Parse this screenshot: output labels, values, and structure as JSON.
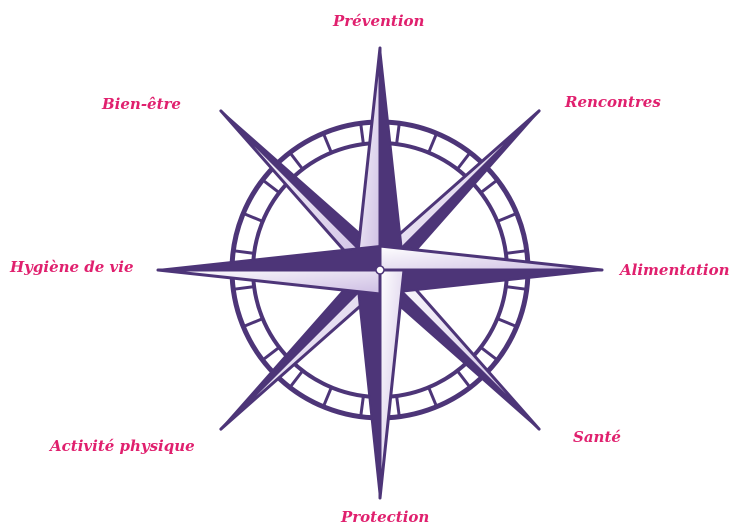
{
  "labels": {
    "north": "Prévention",
    "northeast": "Rencontres",
    "east": "Alimentation",
    "southeast": "Santé",
    "south": "Protection",
    "southwest": "Activité physique",
    "west": "Hygiène de vie",
    "northwest": "Bien-être"
  },
  "colors": {
    "star": "#4d3578",
    "star_light": "#d9cdea",
    "label": "#e0206e",
    "background": "#ffffff"
  },
  "icon": "compass-rose-icon"
}
